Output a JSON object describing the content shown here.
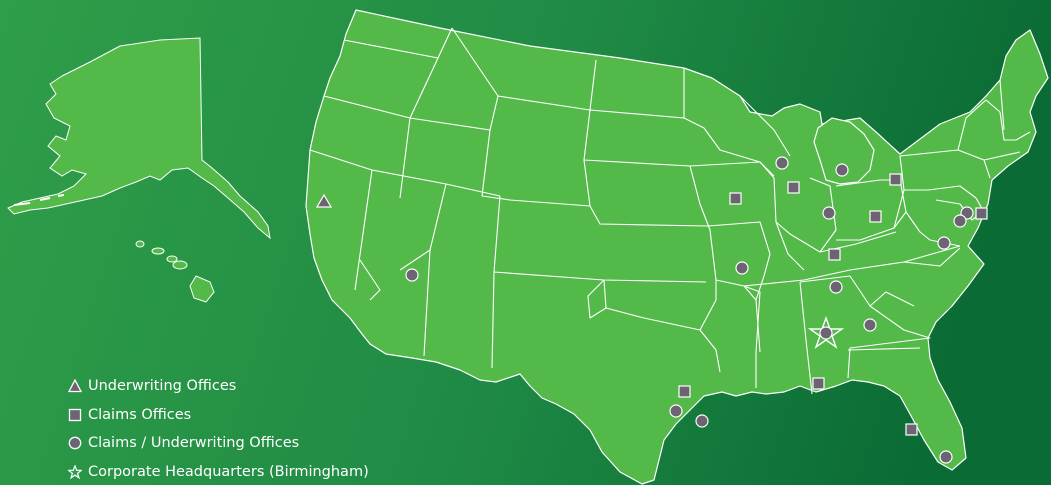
{
  "colors": {
    "background_dark": "#0a6b34",
    "background_light": "#2e9d48",
    "land": "#53b949",
    "border": "#ffffff",
    "marker": "#6c6473",
    "legend_text": "#ffffff"
  },
  "legend": {
    "items": [
      {
        "icon": "triangle-icon",
        "label": "Underwriting Offices"
      },
      {
        "icon": "square-icon",
        "label": "Claims Offices"
      },
      {
        "icon": "circle-icon",
        "label": "Claims / Underwriting Offices"
      },
      {
        "icon": "star-icon",
        "label": "Corporate Headquarters (Birmingham)"
      }
    ]
  }
}
